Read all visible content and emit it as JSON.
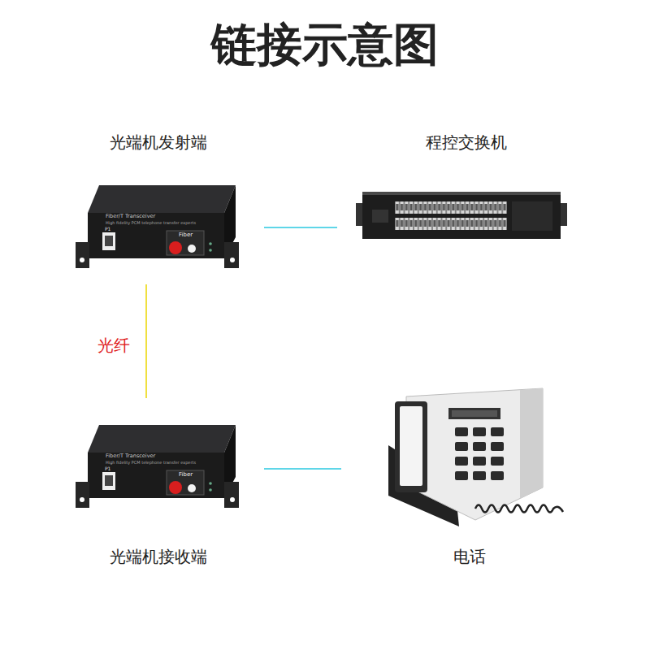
{
  "diagram": {
    "title": "链接示意图",
    "nodes": [
      {
        "text": [
          "光端机发射端"
        ]
      },
      {
        "text": [
          "程控交换机"
        ]
      },
      {
        "text": [
          "光端机接收端"
        ]
      },
      {
        "text": [
          "电话"
        ]
      }
    ],
    "edges": [
      {
        "from": 0,
        "to": 1,
        "arrow": "none"
      },
      {
        "from": 0,
        "to": 2,
        "arrow": "none",
        "label": "光纤"
      },
      {
        "from": 2,
        "to": 3,
        "arrow": "none"
      }
    ],
    "labels": [
      "Fiber/T Transceiver",
      "High fidelity PCM telephone transfer experts",
      "P1",
      "Fiber",
      "Fiber/T Transceiver",
      "High fidelity PCM telephone transfer experts",
      "P1",
      "Fiber"
    ]
  }
}
